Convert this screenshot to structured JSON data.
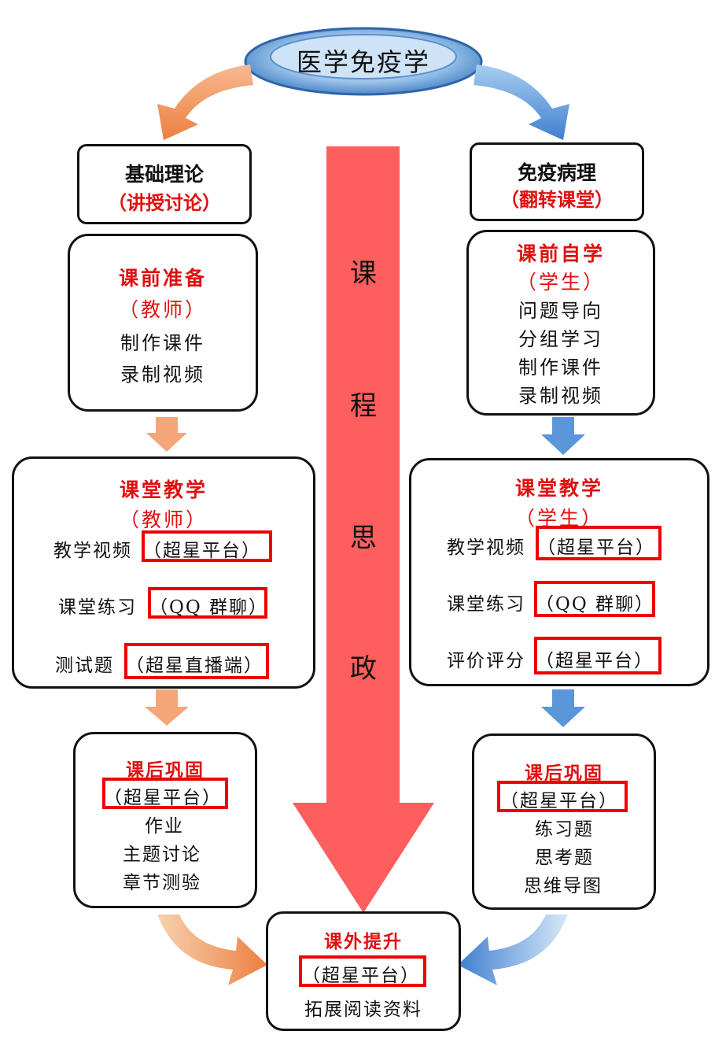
{
  "title": "医学免疫学",
  "center_arrow": {
    "chars": [
      "课",
      "程",
      "思",
      "政"
    ]
  },
  "colors": {
    "orange": "#f0a070",
    "blue": "#5a96d8",
    "center": "#ff5e5e",
    "highlight": "#ee0000"
  },
  "left": {
    "header": {
      "line1": "基础理论",
      "line2": "（讲授讨论）"
    },
    "pre": {
      "title": "课前准备",
      "role": "（教师）",
      "items": [
        "制作课件",
        "录制视频"
      ]
    },
    "class": {
      "title": "课堂教学",
      "role": "（教师）",
      "rows": [
        {
          "label": "教学视频",
          "platform": "（超星平台）"
        },
        {
          "label": "课堂练习",
          "platform": "（QQ 群聊）"
        },
        {
          "label": "测试题",
          "platform": "（超星直播端）"
        }
      ]
    },
    "post": {
      "title": "课后巩固",
      "platform": "（超星平台）",
      "items": [
        "作业",
        "主题讨论",
        "章节测验"
      ]
    }
  },
  "right": {
    "header": {
      "line1": "免疫病理",
      "line2": "（翻转课堂）"
    },
    "pre": {
      "title": "课前自学",
      "role": "（学生）",
      "items": [
        "问题导向",
        "分组学习",
        "制作课件",
        "录制视频"
      ]
    },
    "class": {
      "title": "课堂教学",
      "role": "（学生）",
      "rows": [
        {
          "label": "教学视频",
          "platform": "（超星平台）"
        },
        {
          "label": "课堂练习",
          "platform": "（QQ 群聊）"
        },
        {
          "label": "评价评分",
          "platform": "（超星平台）"
        }
      ]
    },
    "post": {
      "title": "课后巩固",
      "platform": "（超星平台）",
      "items": [
        "练习题",
        "思考题",
        "思维导图"
      ]
    }
  },
  "bottom": {
    "title": "课外提升",
    "platform": "（超星平台）",
    "item": "拓展阅读资料"
  }
}
